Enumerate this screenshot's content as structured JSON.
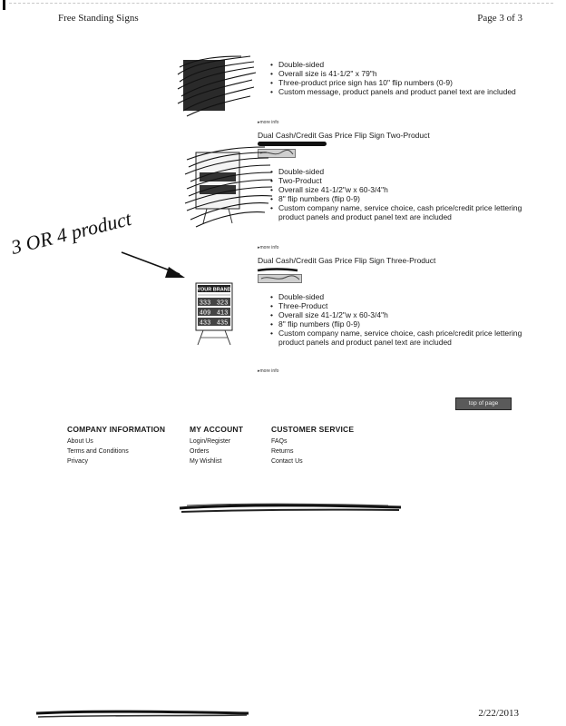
{
  "header": {
    "title": "Free Standing Signs",
    "page": "Page 3 of 3"
  },
  "products": [
    {
      "title": "",
      "features": [
        "Double-sided",
        "Overall size is 41-1/2\" x 79\"h",
        "Three-product price sign has 10\" flip numbers (0-9)",
        "Custom message, product panels and product panel text are included"
      ],
      "more_info": "more info"
    },
    {
      "title": "Dual Cash/Credit Gas Price Flip Sign Two-Product",
      "features": [
        "Double-sided",
        "Two-Product",
        "Overall size 41-1/2\"w x 60-3/4\"h",
        "8\" flip numbers (flip 0-9)",
        "Custom company name, service choice, cash price/credit price lettering product panels and product panel text are included"
      ],
      "more_info": "more info"
    },
    {
      "title": "Dual Cash/Credit Gas Price Flip Sign Three-Product",
      "features": [
        "Double-sided",
        "Three-Product",
        "Overall size 41-1/2\"w x 60-3/4\"h",
        "8\" flip numbers (flip 0-9)",
        "Custom company name, service choice, cash price/credit price lettering product panels and product panel text are included"
      ],
      "more_info": "more info"
    }
  ],
  "sign_image": {
    "brand": "YOUR BRAND",
    "prices": [
      "333",
      "323",
      "409",
      "413",
      "433",
      "435"
    ]
  },
  "annotation": {
    "handwriting": "3 OR 4 product"
  },
  "buttons": {
    "top_of_page": "top of page"
  },
  "footer": {
    "company": {
      "heading": "COMPANY INFORMATION",
      "links": [
        "About Us",
        "Terms and Conditions",
        "Privacy"
      ]
    },
    "account": {
      "heading": "MY ACCOUNT",
      "links": [
        "Login/Register",
        "Orders",
        "My Wishlist"
      ]
    },
    "service": {
      "heading": "CUSTOMER SERVICE",
      "links": [
        "FAQs",
        "Returns",
        "Contact Us"
      ]
    }
  },
  "print_date": "2/22/2013",
  "colors": {
    "ink": "#1a1a1a",
    "scribble": "#111111",
    "button": "#5a5a5a"
  }
}
